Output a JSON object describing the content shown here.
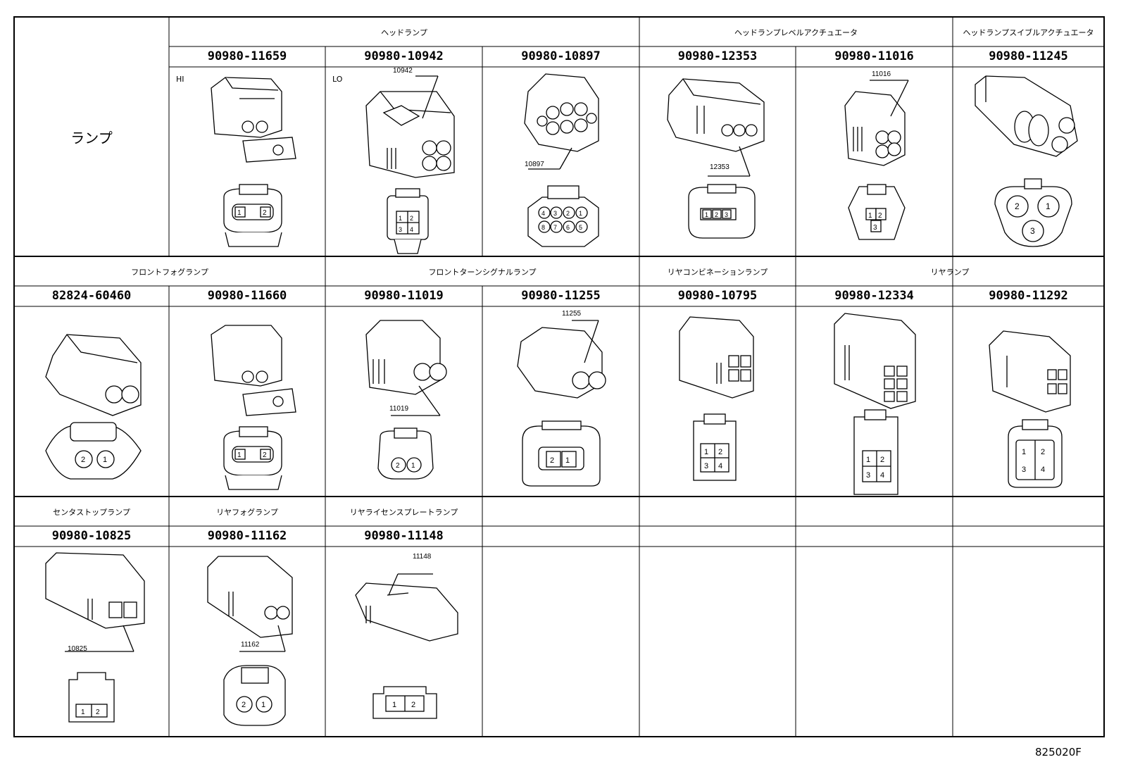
{
  "category": "ランプ",
  "rows": [
    {
      "groups": [
        {
          "label": "ヘッドランプ"
        },
        {
          "label": "ヘッドランプレベルアクチュエータ"
        },
        {
          "label": "ヘッドランプスイブルアクチュエータ"
        }
      ],
      "cells": [
        {
          "part_no": "90980-11659",
          "corner": "HI",
          "pins": [
            "1",
            "2"
          ]
        },
        {
          "part_no": "90980-10942",
          "corner": "LO",
          "callout": "10942",
          "pins": [
            "1",
            "2",
            "3",
            "4"
          ]
        },
        {
          "part_no": "90980-10897",
          "callout": "10897",
          "pins": [
            "4",
            "3",
            "2",
            "1",
            "8",
            "7",
            "6",
            "5"
          ]
        },
        {
          "part_no": "90980-12353",
          "callout": "12353",
          "pins": [
            "1",
            "2",
            "3"
          ]
        },
        {
          "part_no": "90980-11016",
          "callout": "11016",
          "pins": [
            "1",
            "2",
            "3"
          ]
        },
        {
          "part_no": "90980-11245",
          "pins": [
            "2",
            "1",
            "3"
          ]
        }
      ]
    },
    {
      "groups": [
        {
          "label": "フロントフォグランプ"
        },
        {
          "label": "フロントターンシグナルランプ"
        },
        {
          "label": "リヤコンビネーションランプ"
        },
        {
          "label": "リヤランプ"
        }
      ],
      "cells": [
        {
          "part_no": "82824-60460",
          "pins": [
            "2",
            "1"
          ]
        },
        {
          "part_no": "90980-11660",
          "pins": [
            "1",
            "2"
          ]
        },
        {
          "part_no": "90980-11019",
          "callout": "11019",
          "pins": [
            "2",
            "1"
          ]
        },
        {
          "part_no": "90980-11255",
          "callout": "11255",
          "pins": [
            "2",
            "1"
          ]
        },
        {
          "part_no": "90980-10795",
          "pins": [
            "1",
            "2",
            "3",
            "4"
          ]
        },
        {
          "part_no": "90980-12334",
          "pins": [
            "1",
            "2",
            "3",
            "4"
          ]
        },
        {
          "part_no": "90980-11292",
          "pins": [
            "1",
            "2",
            "3",
            "4"
          ]
        }
      ]
    },
    {
      "groups": [
        {
          "label": "センタストップランプ"
        },
        {
          "label": "リヤフォグランプ"
        },
        {
          "label": "リヤライセンスプレートランプ"
        }
      ],
      "cells": [
        {
          "part_no": "90980-10825",
          "callout": "10825",
          "pins": [
            "1",
            "2"
          ]
        },
        {
          "part_no": "90980-11162",
          "callout": "11162",
          "pins": [
            "2",
            "1"
          ]
        },
        {
          "part_no": "90980-11148",
          "callout": "11148",
          "pins": [
            "1",
            "2"
          ]
        }
      ]
    }
  ],
  "figure_code": "825020F"
}
